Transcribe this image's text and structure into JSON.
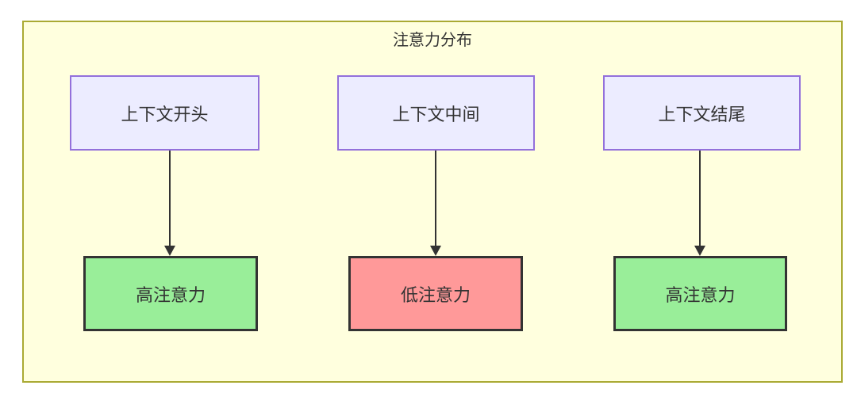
{
  "diagram": {
    "title": "注意力分布",
    "top_nodes": [
      {
        "id": "context-start",
        "label": "上下文开头"
      },
      {
        "id": "context-middle",
        "label": "上下文中间"
      },
      {
        "id": "context-end",
        "label": "上下文结尾"
      }
    ],
    "bottom_nodes": [
      {
        "id": "high-attention-1",
        "label": "高注意力",
        "level": "high"
      },
      {
        "id": "low-attention",
        "label": "低注意力",
        "level": "low"
      },
      {
        "id": "high-attention-2",
        "label": "高注意力",
        "level": "high"
      }
    ],
    "edges": [
      {
        "from": "上下文开头",
        "to": "高注意力"
      },
      {
        "from": "上下文中间",
        "to": "低注意力"
      },
      {
        "from": "上下文结尾",
        "to": "高注意力"
      }
    ],
    "colors": {
      "container_fill": "#ffffde",
      "container_border": "#aaaa33",
      "node_fill": "#ECECFF",
      "node_border": "#9370DB",
      "high_fill": "#99ee99",
      "low_fill": "#ff9999",
      "result_border": "#333333",
      "arrow": "#333333",
      "text": "#333333"
    }
  }
}
